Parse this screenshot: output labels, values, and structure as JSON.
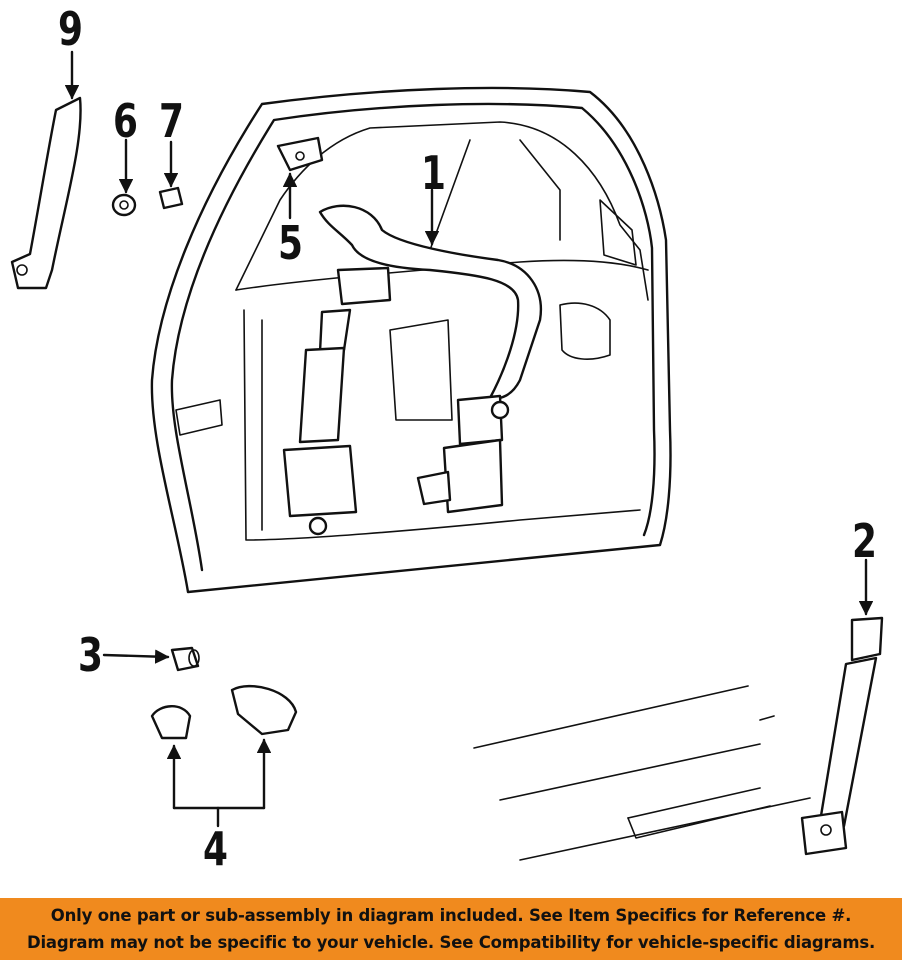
{
  "callouts": {
    "c1": "1",
    "c2": "2",
    "c3": "3",
    "c4": "4",
    "c5": "5",
    "c6": "6",
    "c7": "7",
    "c9": "9"
  },
  "banner": {
    "line1": "Only one part or sub-assembly in diagram included. See Item Specifics for Reference #.",
    "line2": "Diagram may not be specific to your vehicle. See Compatibility for vehicle-specific diagrams.",
    "background": "#F08A1E",
    "text_color": "#111111"
  },
  "icons": {
    "arrow": "arrow-icon"
  }
}
